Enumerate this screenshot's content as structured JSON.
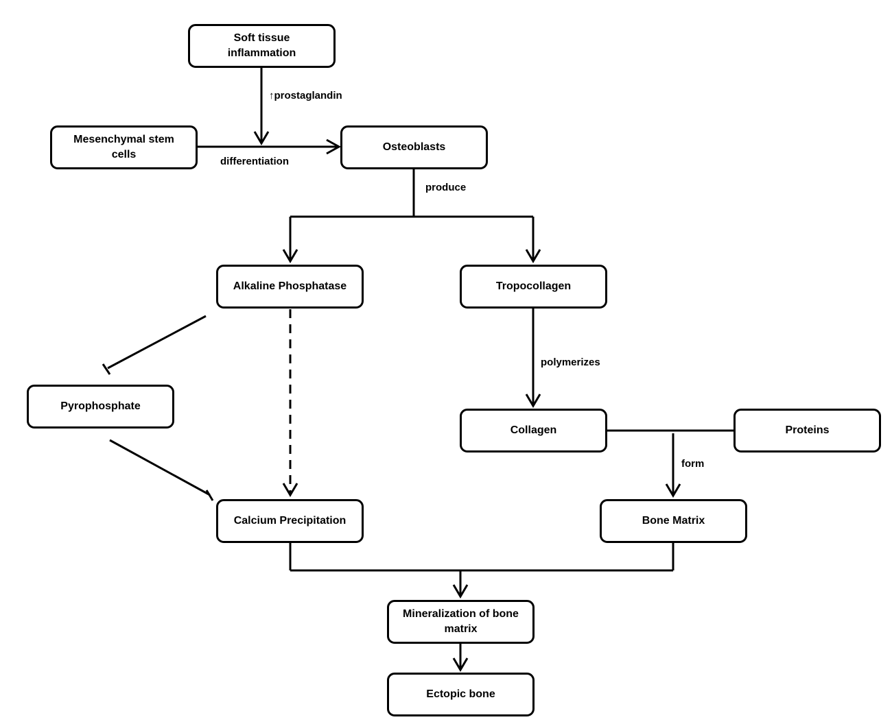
{
  "nodes": {
    "soft_tissue": {
      "line1": "Soft tissue",
      "line2": "inflammation"
    },
    "mesenchymal": {
      "line1": "Mesenchymal stem",
      "line2": "cells"
    },
    "osteoblasts": "Osteoblasts",
    "alkaline": "Alkaline Phosphatase",
    "tropocollagen": "Tropocollagen",
    "pyrophosphate": "Pyrophosphate",
    "collagen": "Collagen",
    "proteins": "Proteins",
    "calcium": "Calcium Precipitation",
    "bone_matrix": "Bone Matrix",
    "mineralization": {
      "line1": "Mineralization of bone",
      "line2": "matrix"
    },
    "ectopic": "Ectopic bone"
  },
  "edge_labels": {
    "prostaglandin": "↑prostaglandin",
    "differentiation": "differentiation",
    "produce": "produce",
    "polymerizes": "polymerizes",
    "form": "form"
  }
}
